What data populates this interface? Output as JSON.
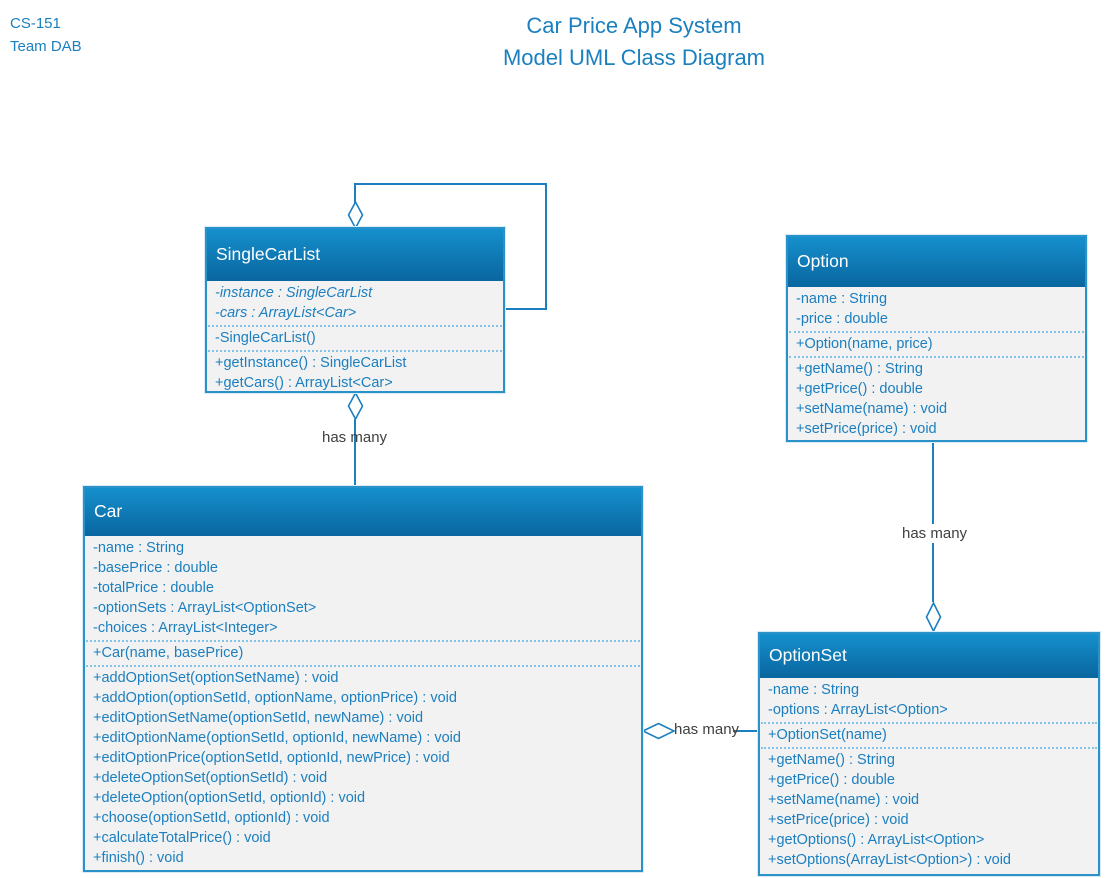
{
  "page": {
    "course": "CS-151",
    "team": "Team DAB",
    "title_line1": "Car Price App System",
    "title_line2": "Model UML Class Diagram"
  },
  "colors": {
    "accent_blue": "#1b7fc0",
    "header_gradient_top": "#1590cd",
    "header_gradient_bottom": "#0a67a0",
    "box_background": "#f2f2f2",
    "box_border": "#2a92c8",
    "label_text": "#404040"
  },
  "classes": [
    {
      "name": "SingleCarList",
      "attributes": [
        "-instance : SingleCarList",
        "-cars : ArrayList<Car>"
      ],
      "constructors": [
        "-SingleCarList()"
      ],
      "methods": [
        "+getInstance() : SingleCarList",
        "+getCars() : ArrayList<Car>"
      ]
    },
    {
      "name": "Option",
      "attributes": [
        "-name : String",
        "-price : double"
      ],
      "constructors": [
        "+Option(name, price)"
      ],
      "methods": [
        "+getName() : String",
        "+getPrice() : double",
        "+setName(name) : void",
        "+setPrice(price) : void"
      ]
    },
    {
      "name": "Car",
      "attributes": [
        "-name : String",
        "-basePrice : double",
        "-totalPrice : double",
        "-optionSets : ArrayList<OptionSet>",
        "-choices : ArrayList<Integer>"
      ],
      "constructors": [
        "+Car(name, basePrice)"
      ],
      "methods": [
        "+addOptionSet(optionSetName) : void",
        "+addOption(optionSetId, optionName, optionPrice) : void",
        "+editOptionSetName(optionSetId, newName) : void",
        "+editOptionName(optionSetId, optionId, newName) : void",
        "+editOptionPrice(optionSetId, optionId, newPrice) : void",
        "+deleteOptionSet(optionSetId) : void",
        "+deleteOption(optionSetId, optionId) : void",
        "+choose(optionSetId, optionId) : void",
        "+calculateTotalPrice() : void",
        "+finish() : void"
      ]
    },
    {
      "name": "OptionSet",
      "attributes": [
        "-name : String",
        "-options : ArrayList<Option>"
      ],
      "constructors": [
        "+OptionSet(name)"
      ],
      "methods": [
        "+getName() : String",
        "+getPrice() : double",
        "+setName(name) : void",
        "+setPrice(price) : void",
        "+getOptions() : ArrayList<Option>",
        "+setOptions(ArrayList<Option>) : void"
      ]
    }
  ],
  "connectors": {
    "singlecarlist_self_label": "",
    "singlecarlist_car_label": "has many",
    "option_optionset_label": "has many",
    "car_optionset_label": "has many"
  }
}
